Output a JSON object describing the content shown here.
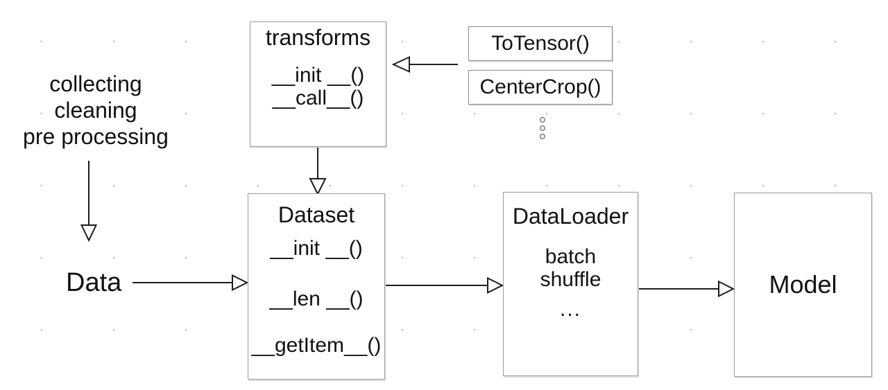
{
  "annotation": {
    "lines": [
      "collecting",
      "cleaning",
      "pre processing"
    ]
  },
  "data_node": {
    "label": "Data"
  },
  "transforms_box": {
    "title": "transforms",
    "methods": [
      "__init __()",
      "__call__()"
    ]
  },
  "dataset_box": {
    "title": "Dataset",
    "methods": [
      "__init __()",
      "__len __()",
      "__getItem__()"
    ]
  },
  "dataloader_box": {
    "title": "DataLoader",
    "items": [
      "batch",
      "shuffle",
      "..."
    ]
  },
  "model_box": {
    "title": "Model"
  },
  "transform_classes": [
    "ToTensor()",
    "CenterCrop()"
  ],
  "connections": [
    {
      "from": "transform-classes",
      "to": "transforms",
      "direction": "left"
    },
    {
      "from": "transforms",
      "to": "Dataset",
      "direction": "down"
    },
    {
      "from": "pre-processing-note",
      "to": "Data",
      "direction": "down"
    },
    {
      "from": "Data",
      "to": "Dataset",
      "direction": "right"
    },
    {
      "from": "Dataset",
      "to": "DataLoader",
      "direction": "right"
    },
    {
      "from": "DataLoader",
      "to": "Model",
      "direction": "right"
    }
  ],
  "colors": {
    "line": "#1c1c1c",
    "box_border": "#9a9a9a",
    "chip_border": "#888888",
    "text": "#111111",
    "dot_grid": "#968c46",
    "background": "#ffffff"
  }
}
